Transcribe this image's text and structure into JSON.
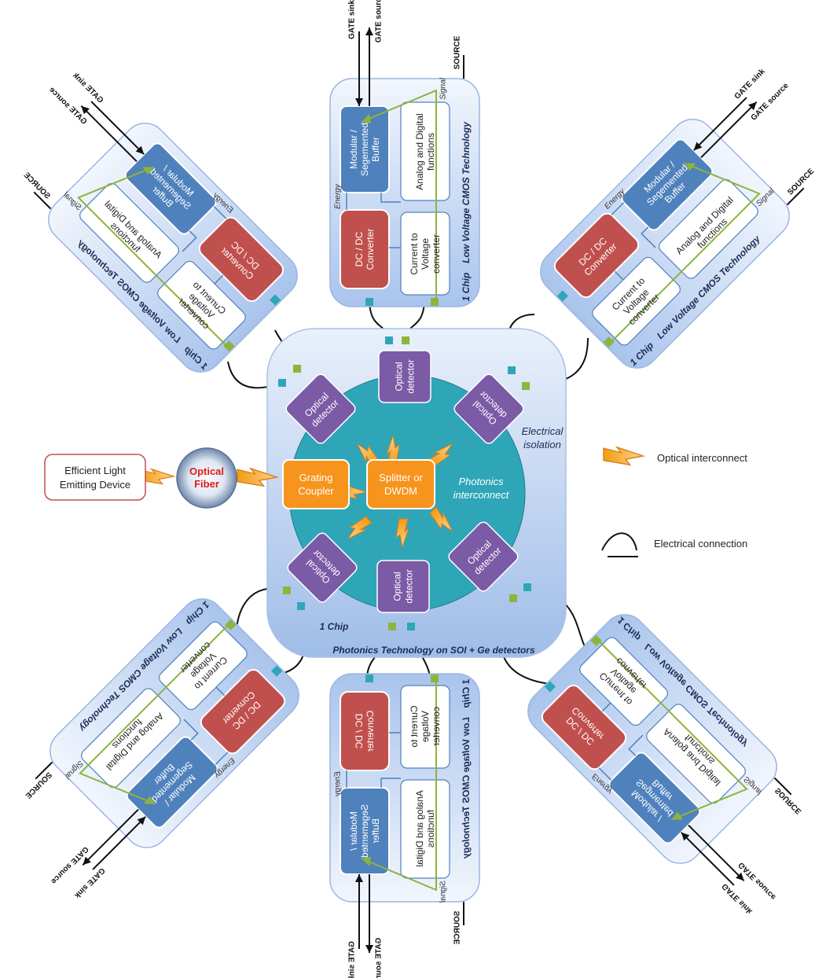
{
  "labels": {
    "efficient_light": [
      "Efficient Light",
      "Emitting Device"
    ],
    "optical_fiber": [
      "Optical",
      "Fiber"
    ],
    "grating_coupler": [
      "Grating",
      "Coupler"
    ],
    "splitter": [
      "Splitter or",
      "DWDM"
    ],
    "photonics_interconnect": [
      "Photonics",
      "interconnect"
    ],
    "electrical_isolation": [
      "Electrical",
      "isolation"
    ],
    "optical_detector": [
      "Optical",
      "detector"
    ],
    "center_chip": "1 Chip",
    "photonics_tech": "Photonics Technology on SOI + Ge detectors"
  },
  "legend": {
    "optical": "Optical interconnect",
    "electrical": "Electrical connection"
  },
  "module": {
    "buffer": [
      "Modular /",
      "Segemented",
      "Buffer"
    ],
    "analog": [
      "Analog and Digital",
      "functions"
    ],
    "dcdc": [
      "DC / DC",
      "Converter"
    ],
    "ctv": [
      "Current to",
      "Voltage",
      "converter"
    ],
    "energy": "Energy",
    "signal": "Signal",
    "chip": "1 Chip",
    "tech": "Low Voltage CMOS Technology",
    "source": "SOURCE",
    "gate_sink": "GATE sink",
    "gate_source": "GATE source"
  },
  "modules": [
    {
      "id": "top",
      "buffer": [
        "Modular /",
        "Segemented",
        "Buffer"
      ]
    },
    {
      "id": "top-right",
      "buffer": [
        "Modular /",
        "Segemented",
        "Buffer"
      ]
    },
    {
      "id": "top-left",
      "buffer": [
        "Modular /",
        "Segemented",
        "Buffer"
      ]
    },
    {
      "id": "bottom-left",
      "buffer": [
        "Modular /",
        "Segemented",
        "Buffer"
      ]
    },
    {
      "id": "bottom",
      "buffer": [
        "Modular /",
        "Segemented",
        "Buffer"
      ]
    },
    {
      "id": "bottom-right",
      "buffer": [
        "Modular /",
        "Segmented",
        "Buffer"
      ]
    }
  ],
  "colors": {
    "purple": "#7b5aa6",
    "orange": "#f7941d",
    "teal": "#2fa6b8",
    "red": "#c0504d",
    "blue": "#4f81bd",
    "green_arrow": "#8db43c"
  }
}
